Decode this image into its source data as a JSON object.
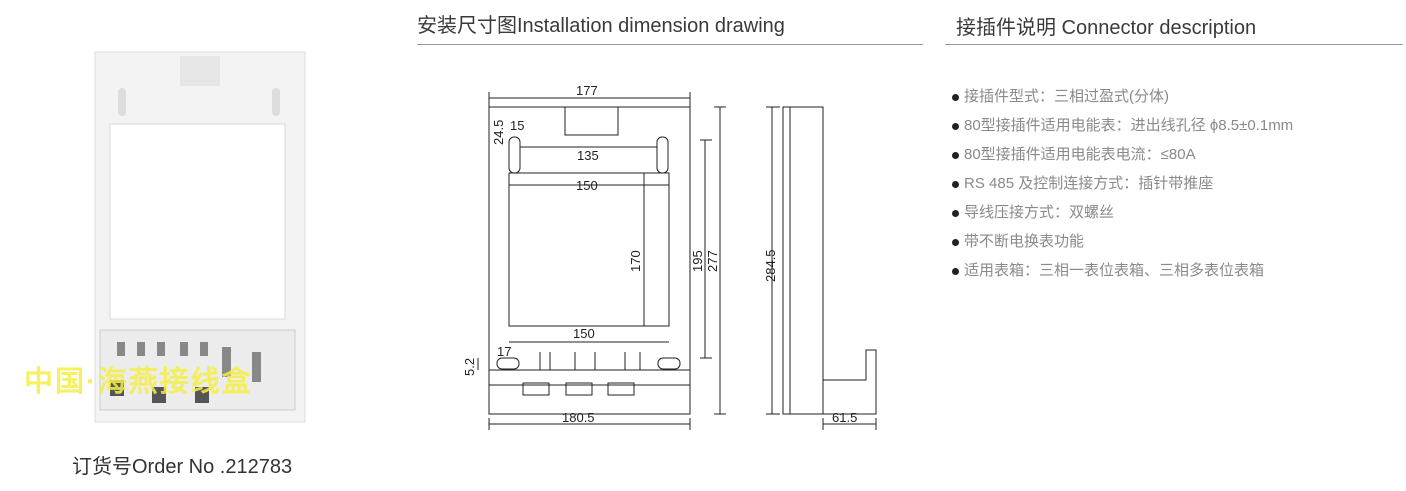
{
  "install": {
    "title": "安装尺寸图Installation dimension drawing"
  },
  "connector": {
    "title": "接插件说明 Connector description",
    "items": [
      "接插件型式：三相过盈式(分体)",
      "80型接插件适用电能表：进出线孔径 ϕ8.5±0.1mm",
      "80型接插件适用电能表电流：≤80A",
      "RS 485 及控制连接方式：插针带推座",
      "导线压接方式：双螺丝",
      "带不断电换表功能",
      "适用表箱：三相一表位表箱、三相多表位表箱"
    ]
  },
  "product": {
    "caption": "订货号Order No .212783",
    "watermark": "中国·海燕接线盒"
  },
  "dims": {
    "w177": "177",
    "d24_5": "24.5",
    "d15": "15",
    "d135": "135",
    "d150a": "150",
    "d170": "170",
    "d150b": "150",
    "d195": "195",
    "d277": "277",
    "d284_5": "284.5",
    "d17": "17",
    "d5_2": "5.2",
    "d180_5": "180.5",
    "d61_5": "61.5"
  }
}
